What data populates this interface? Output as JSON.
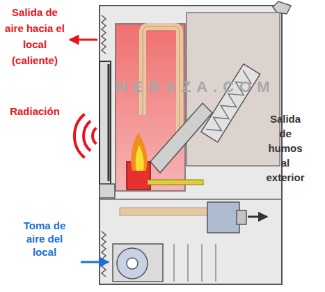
{
  "diagram": {
    "labels": [
      "Salida de aire hacia el local (caliente)",
      "Radiación",
      "Toma de aire del local",
      "Salida de humos al exterior",
      "NERAZA.COM"
    ]
  }
}
